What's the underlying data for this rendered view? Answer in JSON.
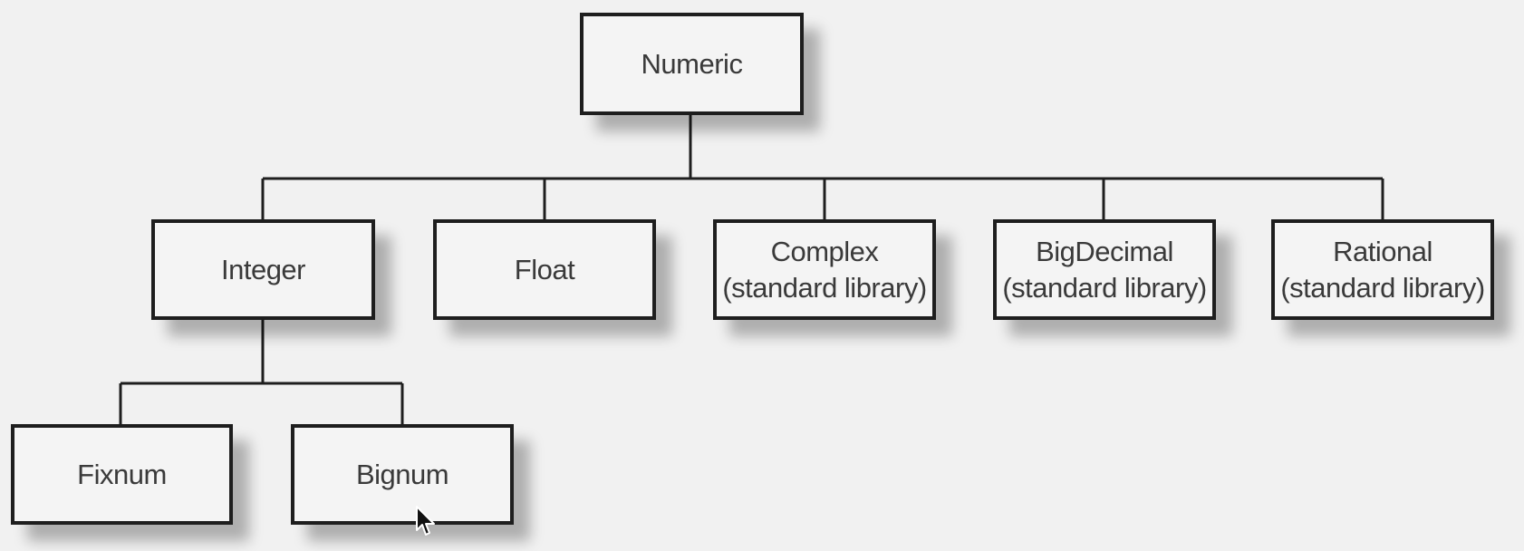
{
  "diagram": {
    "root": {
      "label": "Numeric"
    },
    "children": [
      {
        "label": "Integer",
        "sublabel": ""
      },
      {
        "label": "Float",
        "sublabel": ""
      },
      {
        "label": "Complex",
        "sublabel": "(standard library)"
      },
      {
        "label": "BigDecimal",
        "sublabel": "(standard library)"
      },
      {
        "label": "Rational",
        "sublabel": "(standard library)"
      }
    ],
    "grandchildren": [
      {
        "label": "Fixnum"
      },
      {
        "label": "Bignum"
      }
    ]
  },
  "colors": {
    "background": "#f1f1f1",
    "box_fill": "#f4f4f4",
    "box_border": "#1e1e1e",
    "text": "#3a3a3a",
    "connector": "#1e1e1e"
  },
  "icons": {
    "cursor": "mouse-pointer-icon"
  }
}
